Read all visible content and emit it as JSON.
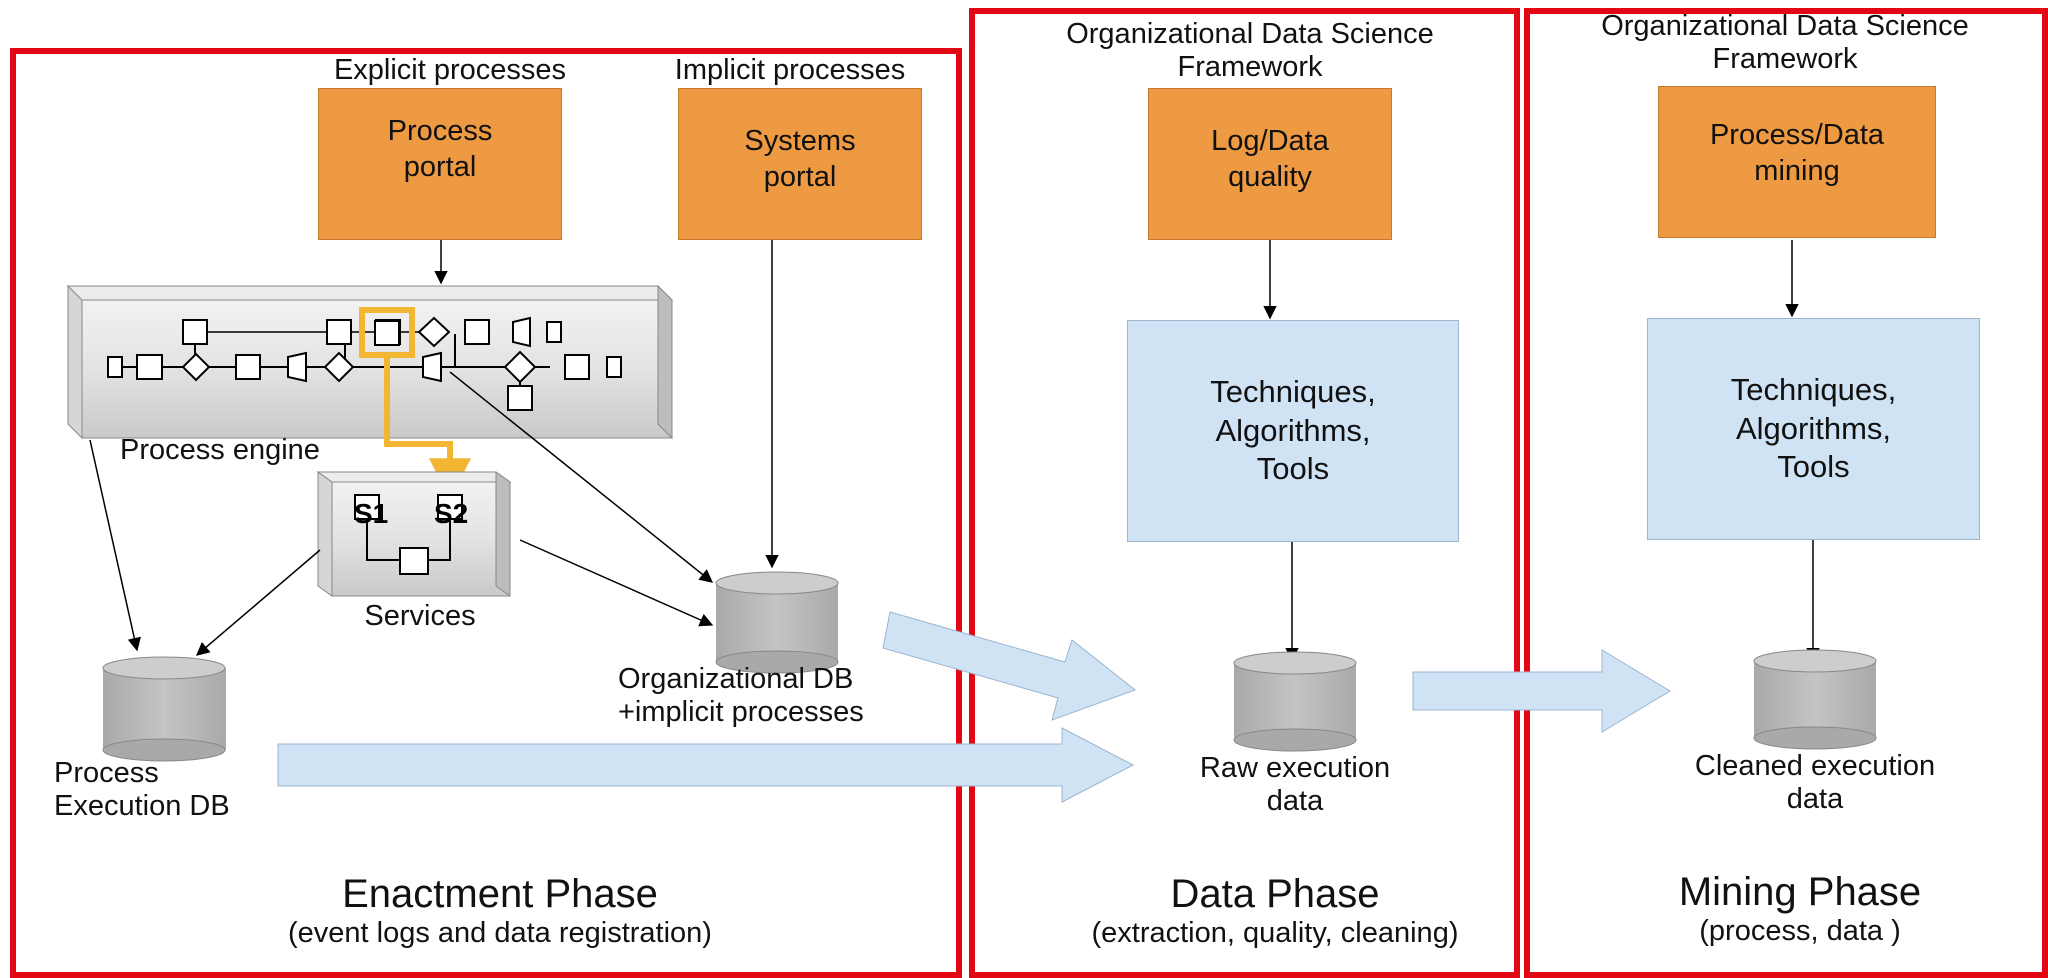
{
  "enactment": {
    "explicit_label": "Explicit processes",
    "implicit_label": "Implicit processes",
    "process_portal": "Process\nportal",
    "systems_portal": "Systems\nportal",
    "process_engine": "Process engine",
    "services": "Services",
    "s1": "S1",
    "s2": "S2",
    "org_db": "Organizational DB\n+implicit processes",
    "process_db": "Process\nExecution DB",
    "phase_title": "Enactment Phase",
    "phase_sub": "(event logs and data registration)"
  },
  "data_phase": {
    "framework": "Organizational Data Science\nFramework",
    "box": "Log/Data\nquality",
    "techniques": "Techniques,\nAlgorithms,\nTools",
    "db": "Raw execution\ndata",
    "phase_title": "Data Phase",
    "phase_sub": "(extraction, quality, cleaning)"
  },
  "mining_phase": {
    "framework": "Organizational Data Science\nFramework",
    "box": "Process/Data\nmining",
    "techniques": "Techniques,\nAlgorithms,\nTools",
    "db": "Cleaned execution\ndata",
    "phase_title": "Mining Phase",
    "phase_sub": "(process, data )"
  },
  "colors": {
    "frame": "#e30613",
    "orange": "#ee9a43",
    "light_blue": "#cfe3f5",
    "db_gray": "#b4b4b4",
    "highlight": "#f2b632"
  }
}
